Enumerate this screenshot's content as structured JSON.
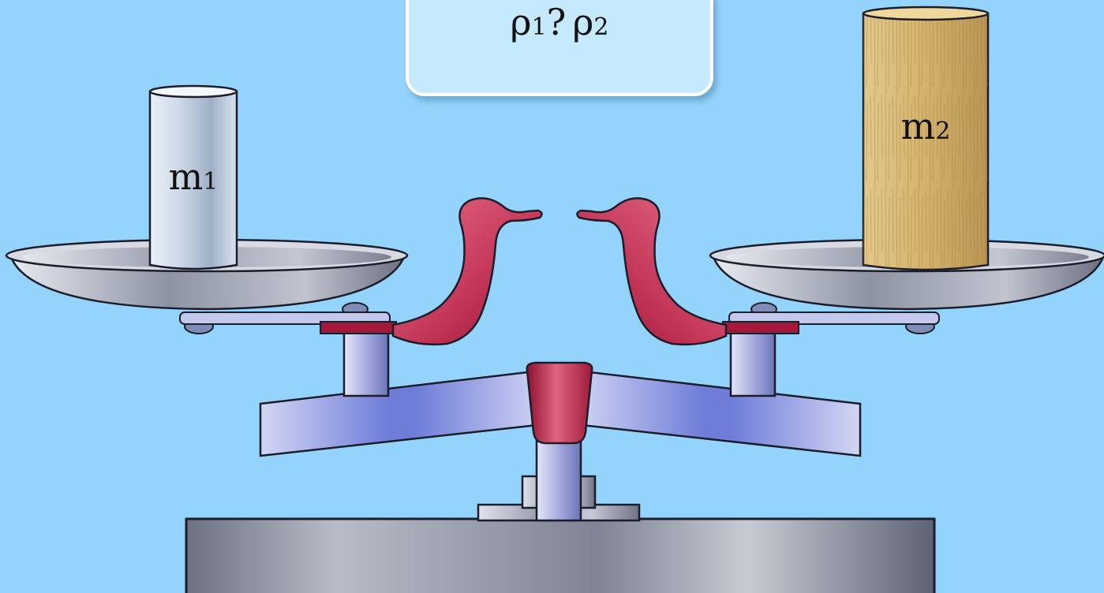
{
  "question_box": {
    "rho1_symbol": "ρ",
    "rho1_subscript": "1",
    "operator": "?",
    "rho2_symbol": "ρ",
    "rho2_subscript": "2"
  },
  "left_cylinder": {
    "mass_symbol": "m",
    "mass_subscript": "1",
    "material": "metal"
  },
  "right_cylinder": {
    "mass_symbol": "m",
    "mass_subscript": "2",
    "material": "wood"
  },
  "colors": {
    "background": "#94d3fb",
    "box_fill": "#c5e9ff",
    "bird_red": "#c0304f",
    "beam_blue": "#8f9ce8",
    "pan_steel": "#a9acb7",
    "wood": "#d9bd7a",
    "metal": "#c5d2e2"
  }
}
